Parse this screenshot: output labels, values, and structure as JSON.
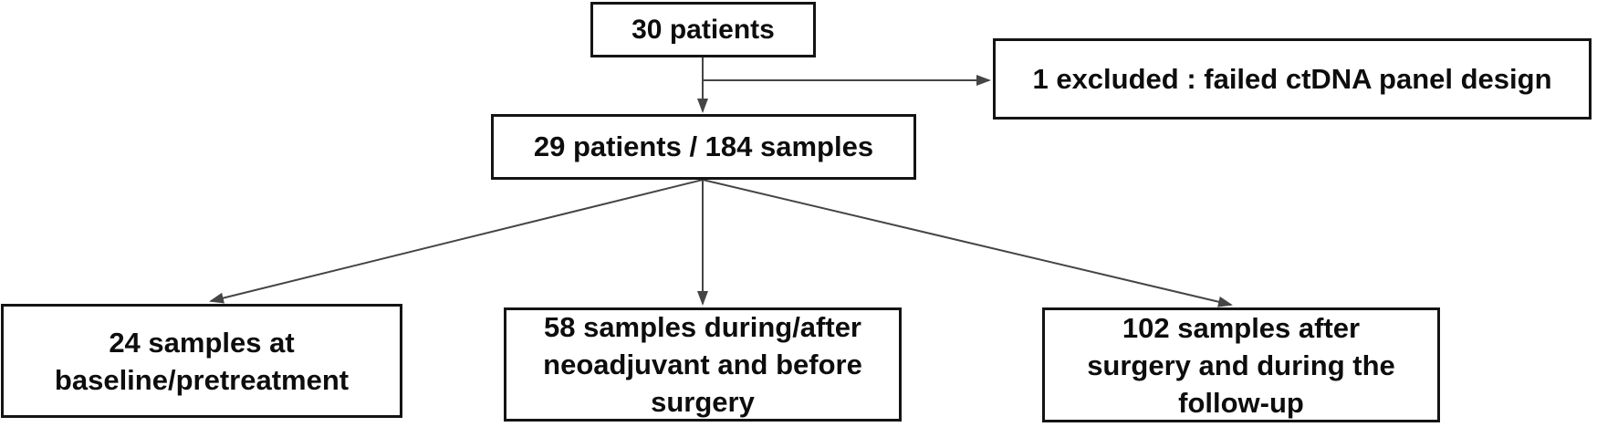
{
  "figure": {
    "title": "Patient and sample flow diagram",
    "colors": {
      "background": "#ffffff",
      "box_border": "#141414",
      "arrow": "#454545",
      "text": "#0d0d0d"
    },
    "nodes": {
      "total": {
        "label": "30 patients"
      },
      "excluded": {
        "label": "1 excluded : failed ctDNA panel design"
      },
      "included": {
        "label": "29 patients / 184 samples"
      },
      "baseline": {
        "label": "24 samples at\nbaseline/pretreatment"
      },
      "neoadjuvant": {
        "label": "58 samples during/after\nneoadjuvant and before\nsurgery"
      },
      "followup": {
        "label": "102 samples after\nsurgery and during the\nfollow-up"
      }
    },
    "edges": [
      {
        "from": "total",
        "to": "included"
      },
      {
        "from": "total",
        "to": "excluded"
      },
      {
        "from": "included",
        "to": "baseline"
      },
      {
        "from": "included",
        "to": "neoadjuvant"
      },
      {
        "from": "included",
        "to": "followup"
      }
    ]
  }
}
